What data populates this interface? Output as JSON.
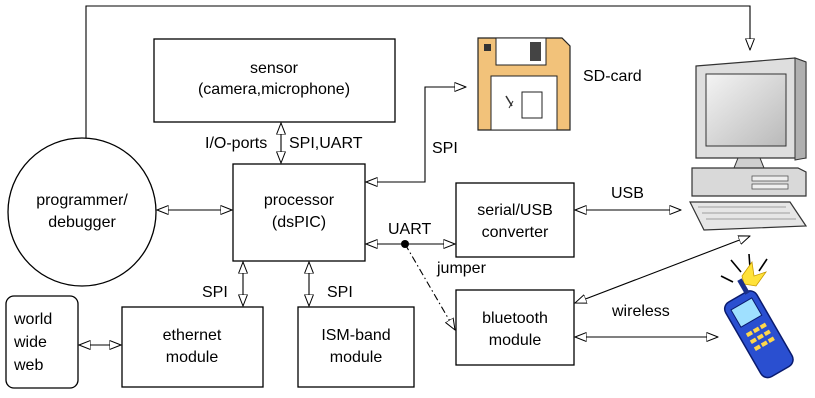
{
  "blocks": {
    "sensor": [
      "sensor",
      "(camera,microphone)"
    ],
    "processor": [
      "processor",
      "(dsPIC)"
    ],
    "programmer": [
      "programmer/",
      "debugger"
    ],
    "serial_usb": [
      "serial/USB",
      "converter"
    ],
    "bluetooth": [
      "bluetooth",
      "module"
    ],
    "ethernet": [
      "ethernet",
      "module"
    ],
    "ism": [
      "ISM-band",
      "module"
    ],
    "www": [
      "world",
      "wide",
      "web"
    ]
  },
  "labels": {
    "sd_card": "SD-card",
    "io_ports": "I/O-ports",
    "spi_uart": "SPI,UART",
    "spi_sd": "SPI",
    "usb": "USB",
    "uart": "UART",
    "jumper": "jumper",
    "spi_ethernet": "SPI",
    "spi_ism": "SPI",
    "wireless": "wireless"
  },
  "icons": {
    "sd_card": "floppy-disk-icon",
    "computer": "desktop-computer-icon",
    "phone": "mobile-phone-icon"
  }
}
